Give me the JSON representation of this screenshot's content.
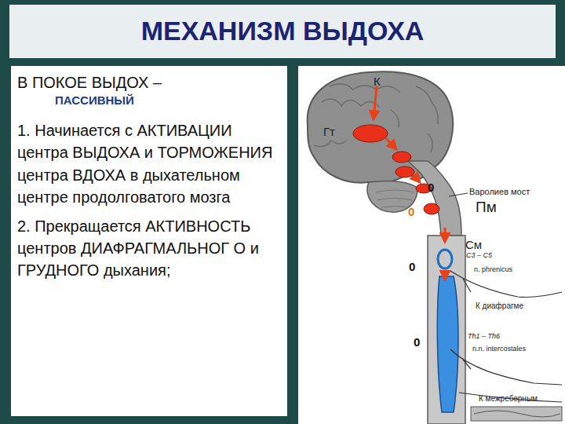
{
  "diagram": {
    "title": "МЕХАНИЗМ ВЫДОХА",
    "nodes": [
      {
        "text": [
          "В ПОКОЕ ВЫДОХ –",
          "ПАССИВНЫЙ",
          "1. Начинается с АКТИВАЦИИ центра ВЫДОХА и ТОРМОЖЕНИЯ центра ВДОХА в дыхательном центре продолговатого мозга",
          "2. Прекращается АКТИВНОСТЬ центров ДИАФРАГМАЛЬНОГ О и ГРУДНОГО дыхания;"
        ]
      }
    ],
    "labels": [
      "К",
      "Гт",
      "0",
      "Варолиев мост",
      "Пм",
      "0",
      "См",
      "C3 – C5",
      "0",
      "n. phrenicus",
      "К диафрагме",
      "0",
      "Th1 – Th6",
      "n.n. intercostales",
      "К межреберным"
    ]
  }
}
